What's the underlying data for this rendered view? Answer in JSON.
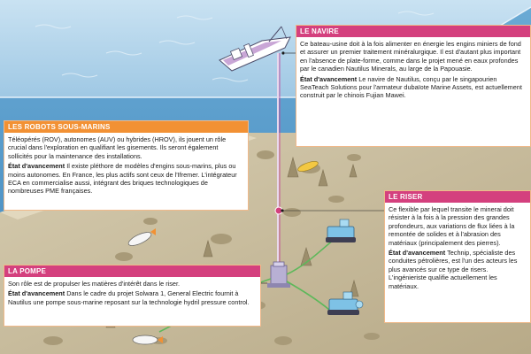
{
  "colors": {
    "sea_surface": "#a9cfe8",
    "water": "#5fa2cf",
    "seabed": "#cbbfa0",
    "header_orange": "#f29134",
    "header_pink": "#d4407e",
    "riser_pink": "#c23c95",
    "pipe_green": "#5db85a"
  },
  "navire": {
    "title": "LE NAVIRE",
    "text": "Ce bateau-usine doit à la fois alimenter en énergie les engins miniers de fond et assurer un premier traitement minéralurgique. Il est d'autant plus important en l'absence de plate-forme, comme dans le projet mené en eaux profondes par le canadien Nautilus Minerals, au large de la Papouasie.",
    "status_label": "État d'avancement",
    "status_text": " Le navire de Nautilus, conçu par le singapourien SeaTeach Solutions pour l'armateur dubaïote Marine Assets, est actuellement construit par le chinois Fujian Mawei."
  },
  "robots": {
    "title": "LES ROBOTS SOUS-MARINS",
    "text": "Téléopérés (ROV), autonomes (AUV) ou hybrides (HROV), ils jouent un rôle crucial dans l'exploration en qualifiant les gisements. Ils seront également sollicités pour la maintenance des installations.",
    "status_label": "État d'avancement",
    "status_text": " Il existe pléthore de modèles d'engins sous-marins, plus ou moins autonomes. En France, les plus actifs sont ceux de l'Ifremer. L'intégrateur ECA en commercialise aussi, intégrant des briques technologiques de nombreuses PME françaises."
  },
  "riser": {
    "title": "LE RISER",
    "text": "Ce flexible par lequel transite le minerai doit résister à la fois à la pression des grandes profondeurs, aux variations de flux liées à la remontée de solides et à l'abrasion des matériaux (principalement des pierres).",
    "status_label": "État d'avancement",
    "status_text": " Technip, spécialiste des conduites pétrolières, est l'un des acteurs les plus avancés sur ce type de risers. L'ingénieriste qualifie actuellement les matériaux."
  },
  "pompe": {
    "title": "LA POMPE",
    "text": "Son rôle est de propulser les matières d'intérêt dans le riser.",
    "status_label": "État d'avancement",
    "status_text": " Dans le cadre du projet Solwara 1, General Electric fournit à Nautilus une pompe sous-marine reposant sur la technologie hydril pressure control."
  }
}
